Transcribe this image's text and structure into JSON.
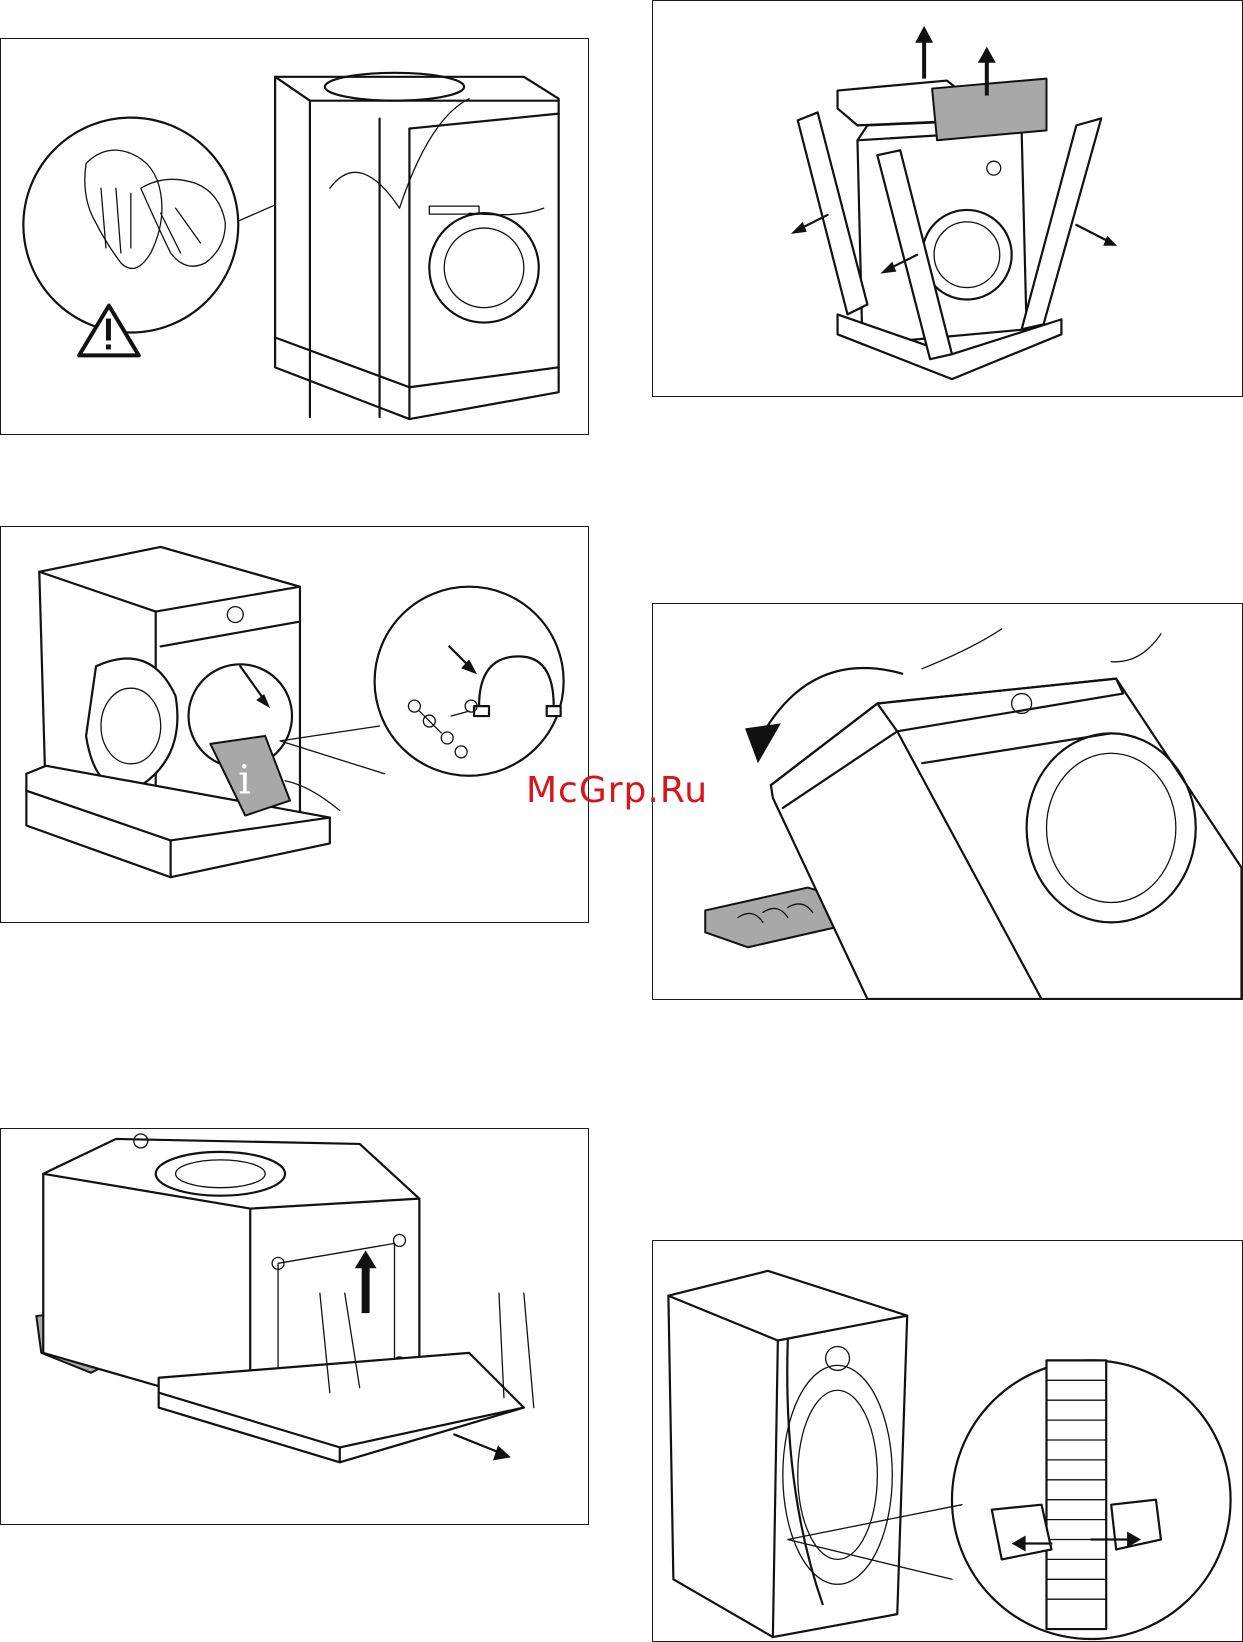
{
  "watermark": {
    "text": "McGrp.Ru",
    "color": "#d9151c"
  },
  "panels": [
    {
      "id": "remove-film",
      "icons": [
        "gloves-icon",
        "warning-triangle-icon",
        "knife-icon"
      ]
    },
    {
      "id": "remove-box-sides",
      "icons": [
        "arrow-up-icon",
        "arrow-out-icon"
      ]
    },
    {
      "id": "remove-accessories-bag",
      "icons": [
        "info-icon",
        "hose-bracket-icon",
        "arrow-icon"
      ]
    },
    {
      "id": "tilt-machine",
      "icons": [
        "curved-arrow-icon",
        "polystyrene-block-icon"
      ]
    },
    {
      "id": "remove-base",
      "icons": [
        "arrow-up-icon",
        "arrow-out-icon",
        "polystyrene-block-icon"
      ]
    },
    {
      "id": "remove-hose-clips",
      "icons": [
        "hose-icon",
        "arrow-out-icon"
      ]
    }
  ],
  "info_glyph": "i"
}
